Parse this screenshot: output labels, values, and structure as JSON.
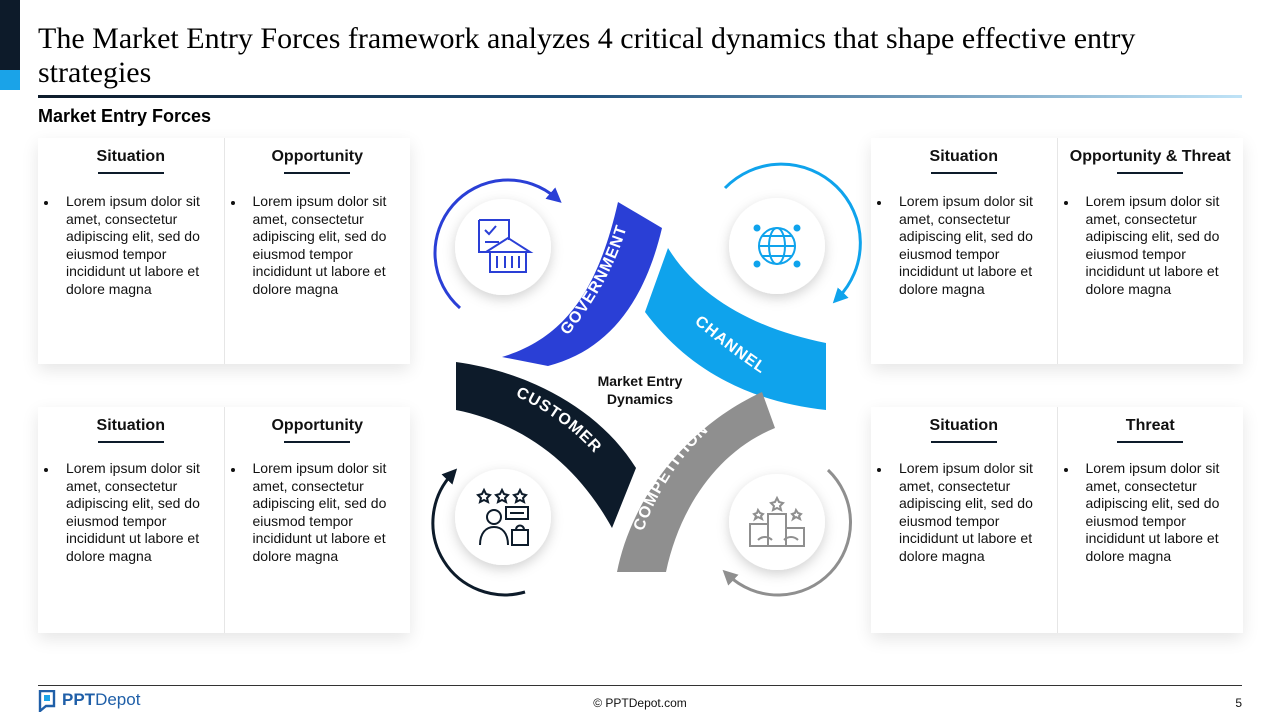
{
  "title": "The Market Entry Forces framework analyzes 4 critical dynamics that shape effective entry strategies",
  "subtitle": "Market Entry Forces",
  "panels": {
    "top_left": [
      {
        "heading": "Situation",
        "body": "Lorem ipsum dolor sit amet, consectetur adipiscing elit, sed do eiusmod tempor incididunt ut labore et dolore magna"
      },
      {
        "heading": "Opportunity",
        "body": "Lorem ipsum dolor sit amet, consectetur adipiscing elit, sed do eiusmod tempor incididunt ut labore et dolore magna"
      }
    ],
    "top_right": [
      {
        "heading": "Situation",
        "body": "Lorem ipsum dolor sit amet, consectetur adipiscing elit, sed do eiusmod tempor incididunt ut labore et dolore magna"
      },
      {
        "heading": "Opportunity & Threat",
        "body": "Lorem ipsum dolor sit amet, consectetur adipiscing elit, sed do eiusmod tempor incididunt ut labore et dolore magna"
      }
    ],
    "bottom_left": [
      {
        "heading": "Situation",
        "body": "Lorem ipsum dolor sit amet, consectetur adipiscing elit, sed do eiusmod tempor incididunt ut labore et dolore magna"
      },
      {
        "heading": "Opportunity",
        "body": "Lorem ipsum dolor sit amet, consectetur adipiscing elit, sed do eiusmod tempor incididunt ut labore et dolore magna"
      }
    ],
    "bottom_right": [
      {
        "heading": "Situation",
        "body": "Lorem ipsum dolor sit amet, consectetur adipiscing elit, sed do eiusmod tempor incididunt ut labore et dolore magna"
      },
      {
        "heading": "Threat",
        "body": "Lorem ipsum dolor sit amet, consectetur adipiscing elit, sed do eiusmod tempor incididunt ut labore et dolore magna"
      }
    ]
  },
  "diagram": {
    "center_line1": "Market Entry",
    "center_line2": "Dynamics",
    "segments": {
      "government": {
        "label": "GOVERNMENT",
        "color": "#2a3fd6",
        "icon": "government-regulation-icon"
      },
      "channel": {
        "label": "CHANNEL",
        "color": "#0fa3ec",
        "icon": "globe-network-icon"
      },
      "competition": {
        "label": "COMPETITION",
        "color": "#8f8f8f",
        "icon": "podium-competition-icon"
      },
      "customer": {
        "label": "CUSTOMER",
        "color": "#0d1b2a",
        "icon": "customer-rating-icon"
      }
    }
  },
  "footer": {
    "logo_bold": "PPT",
    "logo_rest": "Depot",
    "copyright": "© PPTDepot.com",
    "page": "5"
  },
  "colors": {
    "dark": "#0d1b2a",
    "accent": "#1aa3e8"
  }
}
